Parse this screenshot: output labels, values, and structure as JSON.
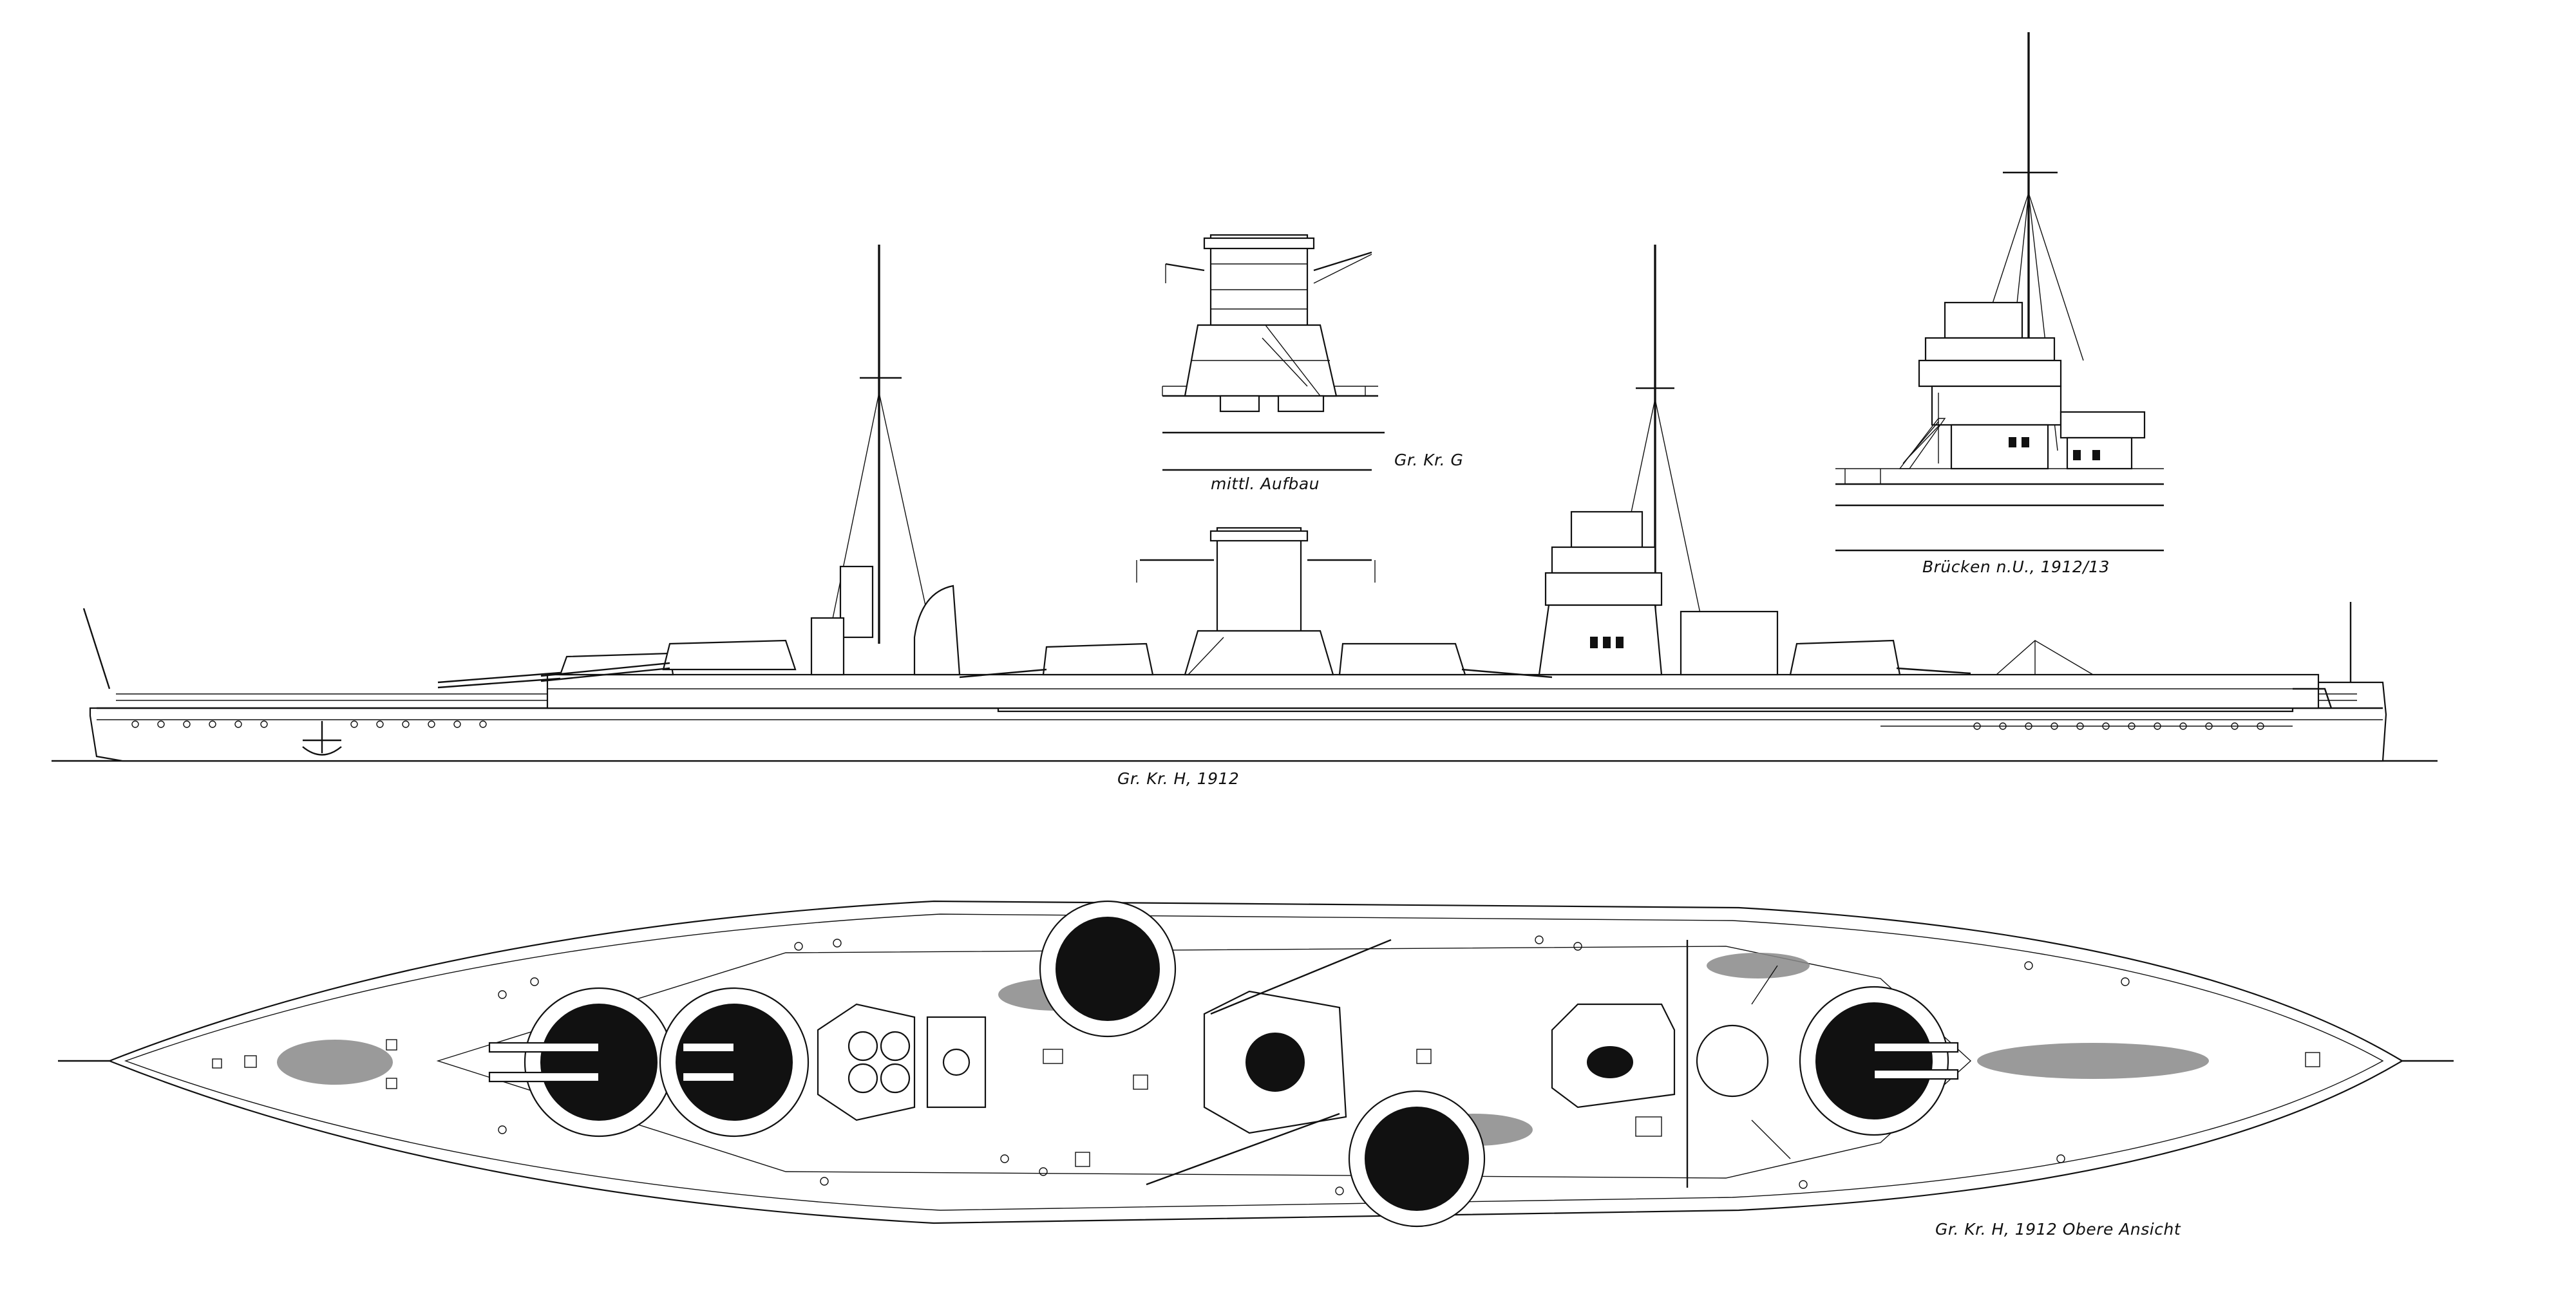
{
  "captions": {
    "detail_g_title": "Gr. Kr. G",
    "detail_g_subtitle": "mittl. Aufbau",
    "detail_bridge": "Brücken n.U., 1912/13",
    "side_view": "Gr. Kr. H, 1912",
    "top_view": "Gr. Kr. H, 1912 Obere Ansicht"
  },
  "colors": {
    "ink": "#111111",
    "paper": "#ffffff",
    "shading": "#888888"
  }
}
